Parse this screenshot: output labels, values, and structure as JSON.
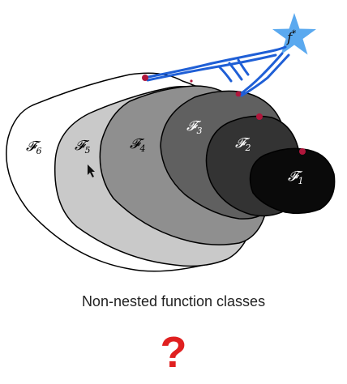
{
  "diagram": {
    "classes": [
      {
        "id": "f6",
        "label": "𝓕",
        "sub": "6",
        "fill": "#ffffff",
        "text_color": "#000000"
      },
      {
        "id": "f5",
        "label": "𝓕",
        "sub": "5",
        "fill": "#c9c9c9",
        "text_color": "#000000"
      },
      {
        "id": "f4",
        "label": "𝓕",
        "sub": "4",
        "fill": "#8f8f8f",
        "text_color": "#000000"
      },
      {
        "id": "f3",
        "label": "𝓕",
        "sub": "3",
        "fill": "#606060",
        "text_color": "#ffffff"
      },
      {
        "id": "f2",
        "label": "𝓕",
        "sub": "2",
        "fill": "#333333",
        "text_color": "#ffffff"
      },
      {
        "id": "f1",
        "label": "𝓕",
        "sub": "1",
        "fill": "#0a0a0a",
        "text_color": "#ffffff"
      }
    ],
    "target": {
      "label": "f",
      "sup": "*",
      "fill": "#5aa9ef"
    },
    "annotation_color": "#1f5fd6",
    "marker_color": "#b0173c"
  },
  "caption": "Non-nested function classes",
  "question_mark": {
    "text": "?",
    "color": "#e02020"
  }
}
